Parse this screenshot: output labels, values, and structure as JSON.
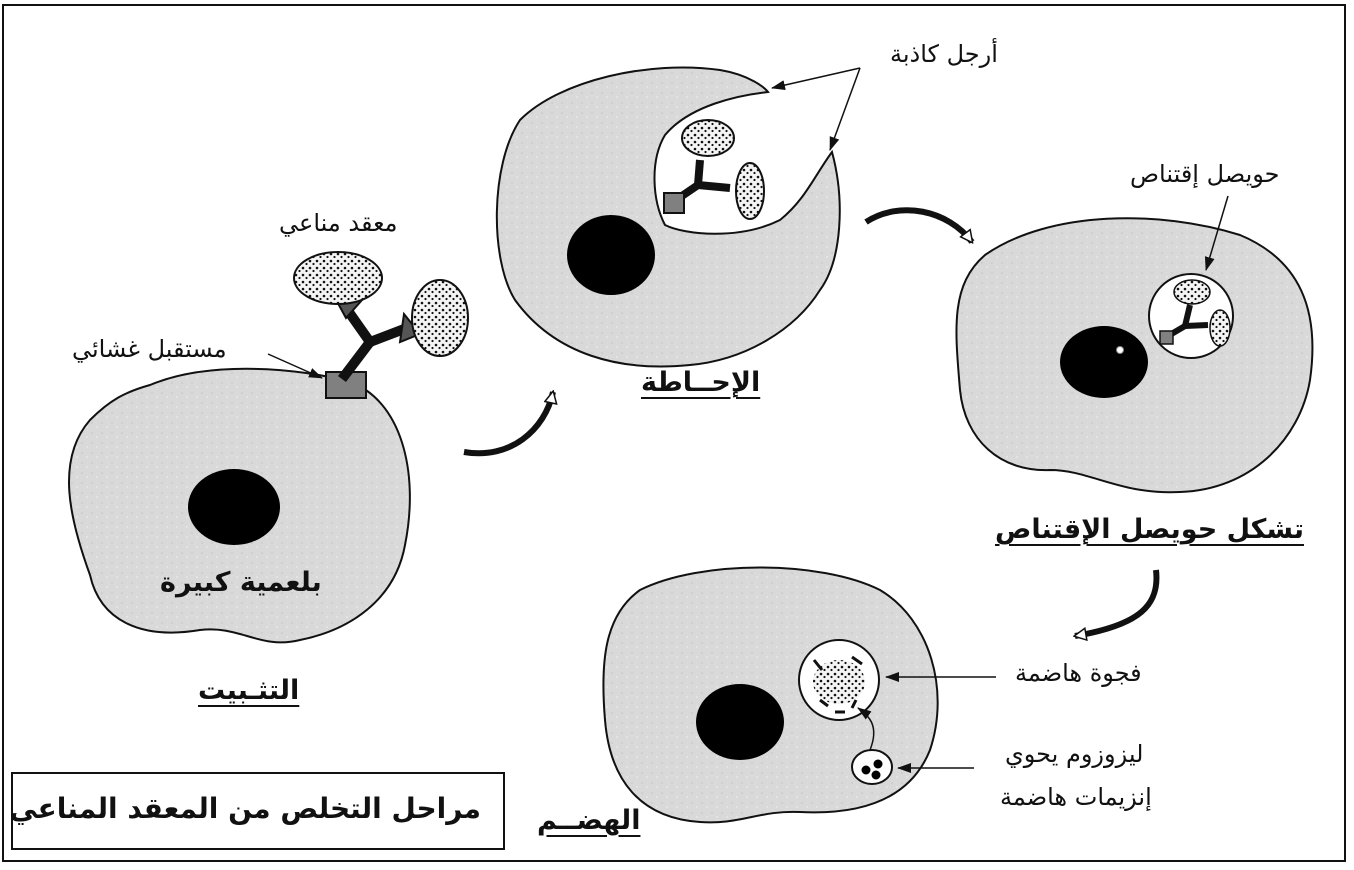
{
  "labels": {
    "antigen": "معقد مناعي",
    "receptor": "مستقبل غشائي",
    "cell_name": "بلعمية كبيرة",
    "pseudopods": "أرجل كاذبة",
    "vesicle": "حويصل إقتناص",
    "food_vacuole": "فجوة هاضمة",
    "lysosome_line1": "ليزوزوم يحوي",
    "lysosome_line2": "إنزيمات هاضمة"
  },
  "stages": {
    "fixation": "التثـبيت",
    "engulfment": "الإحــاطة",
    "vesicle_formation": "تشكل حويصل الإقتناص",
    "digestion": "الهضــم"
  },
  "caption": "مراحل التخلص من المعقد المناعي",
  "colors": {
    "cell_fill": "#d9d9d9",
    "nucleus": "#000000",
    "outline": "#111111",
    "receptor_fill": "#808080",
    "antigen_fill": "#f2f2f2"
  }
}
